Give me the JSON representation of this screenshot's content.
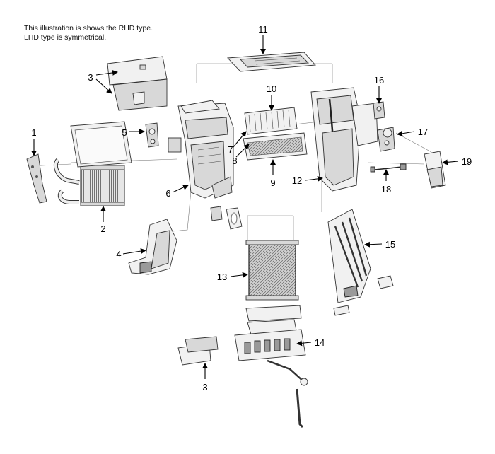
{
  "notes": {
    "line1": "This illustration is shows the RHD type.",
    "line2": "LHD type is symmetrical."
  },
  "callouts": [
    {
      "id": "c1",
      "text": "1"
    },
    {
      "id": "c2",
      "text": "2"
    },
    {
      "id": "c3a",
      "text": "3"
    },
    {
      "id": "c3b",
      "text": "3"
    },
    {
      "id": "c4",
      "text": "4"
    },
    {
      "id": "c5",
      "text": "5"
    },
    {
      "id": "c6",
      "text": "6"
    },
    {
      "id": "c7",
      "text": "7"
    },
    {
      "id": "c8",
      "text": "8"
    },
    {
      "id": "c9",
      "text": "9"
    },
    {
      "id": "c10",
      "text": "10"
    },
    {
      "id": "c11",
      "text": "11"
    },
    {
      "id": "c12",
      "text": "12"
    },
    {
      "id": "c13",
      "text": "13"
    },
    {
      "id": "c14",
      "text": "14"
    },
    {
      "id": "c15",
      "text": "15"
    },
    {
      "id": "c16",
      "text": "16"
    },
    {
      "id": "c17",
      "text": "17"
    },
    {
      "id": "c18",
      "text": "18"
    },
    {
      "id": "c19",
      "text": "19"
    }
  ]
}
